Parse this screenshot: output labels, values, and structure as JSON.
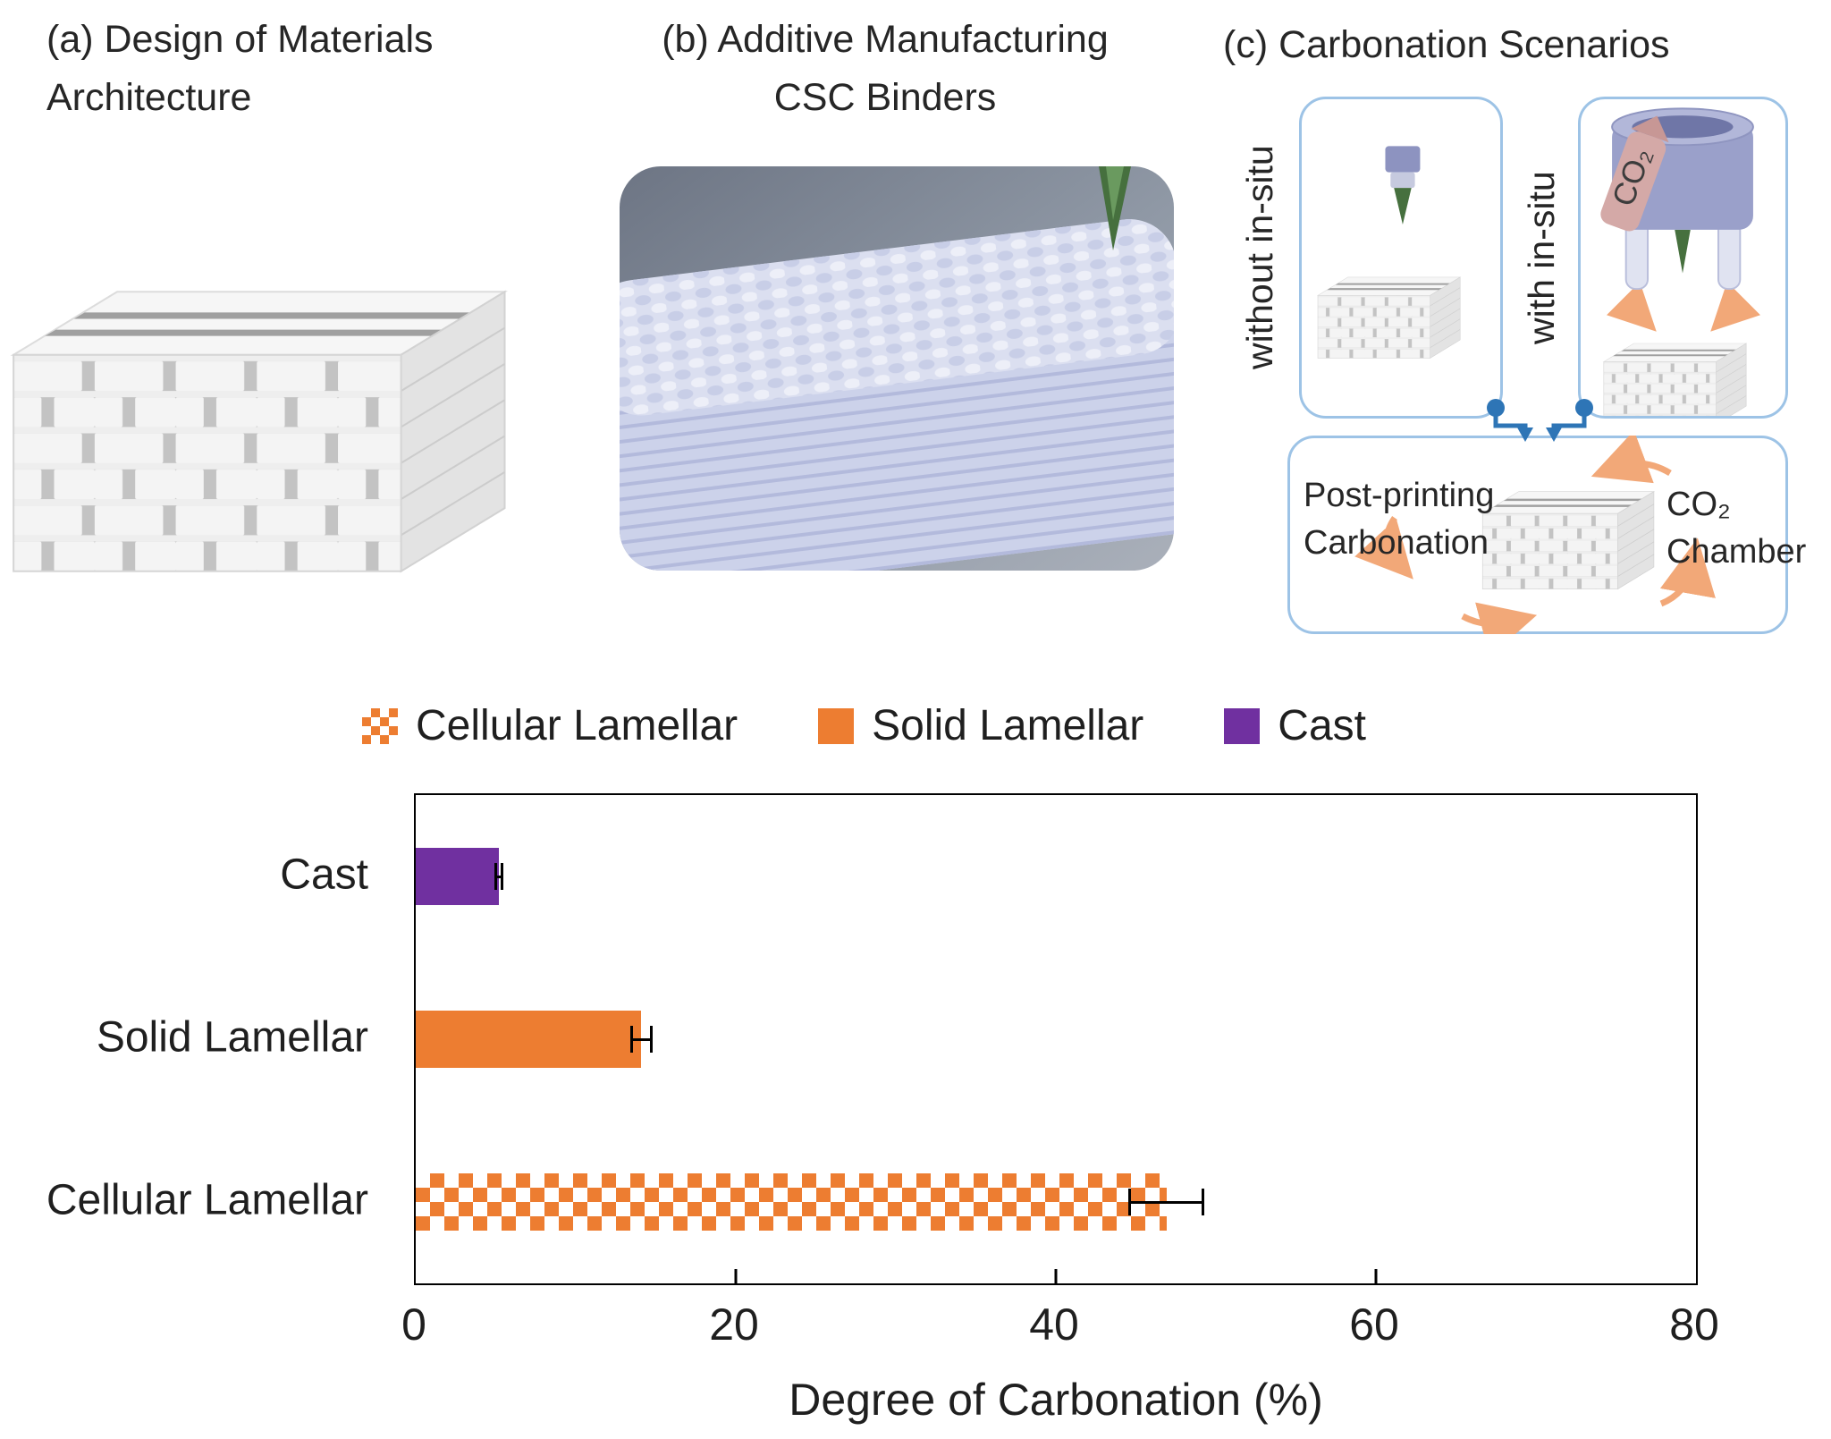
{
  "figure": {
    "panel_a": {
      "title_line1": "(a) Design of Materials",
      "title_line2": "Architecture"
    },
    "panel_b": {
      "title_line1": "(b) Additive Manufacturing",
      "title_line2": "CSC Binders"
    },
    "panel_c": {
      "title": "(c) Carbonation Scenarios",
      "left_box_label": "without in-situ",
      "right_box_label": "with in-situ",
      "co2_band_label": "CO₂",
      "post_box": {
        "line1": "Post-printing",
        "line2": "Carbonation",
        "right_line1": "CO₂",
        "right_line2": "Chamber"
      }
    }
  },
  "legend": {
    "items": [
      {
        "label": "Cellular Lamellar",
        "style": "checker-orange"
      },
      {
        "label": "Solid Lamellar",
        "style": "solid-orange"
      },
      {
        "label": "Cast",
        "style": "solid-purple"
      }
    ]
  },
  "colors": {
    "orange": "#ED7D31",
    "purple": "#7030A0",
    "scenario_box_border": "#9DC3E6",
    "connector_blue": "#2E75B6",
    "arrow_orange": "#F2A878"
  },
  "chart_data": {
    "type": "bar",
    "orientation": "horizontal",
    "title": "",
    "xlabel": "Degree of Carbonation (%)",
    "ylabel": "",
    "xlim": [
      0,
      80
    ],
    "xticks": [
      0,
      20,
      40,
      60,
      80
    ],
    "categories": [
      "Cast",
      "Solid Lamellar",
      "Cellular Lamellar"
    ],
    "values": [
      5.2,
      14.1,
      46.9
    ],
    "errors": [
      0.3,
      0.7,
      2.4
    ],
    "bar_styles": [
      "solid-purple",
      "solid-orange",
      "checker-orange"
    ],
    "grid": false,
    "legend_position": "top"
  }
}
